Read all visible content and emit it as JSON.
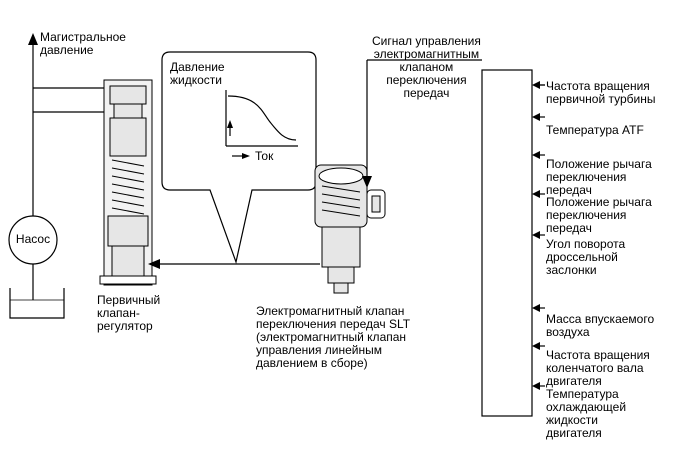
{
  "labels": {
    "main_pressure": "Магистральное\nдавление",
    "pump": "Насос",
    "primary_regulator": "Первичный\nклапан-\nрегулятор",
    "fluid_pressure": "Давление\nжидкости",
    "current_axis": "Ток",
    "control_signal": "Сигнал управления\nэлектромагнитным\nклапаном\nпереключения\nпередач",
    "slt_solenoid": "Электромагнитный клапан\nпереключения передач SLT\n(электромагнитный клапан\nуправления линейным\nдавлением в сборе)"
  },
  "inputs": [
    "Частота вращения\nпервичной турбины",
    "Температура ATF",
    "Положение рычага\nпереключения\nпередач",
    "Положение рычага\nпереключения\nпередач",
    "Угол поворота\nдроссельной\nзаслонки",
    "Масса впускаемого\nвоздуха",
    "Частота вращения\nколенчатого вала\nдвигателя",
    "Температура\nохлаждающей\nжидкости\nдвигателя"
  ],
  "colors": {
    "line": "#000000",
    "valve_fill": "#e6e6e6",
    "background": "#ffffff"
  }
}
